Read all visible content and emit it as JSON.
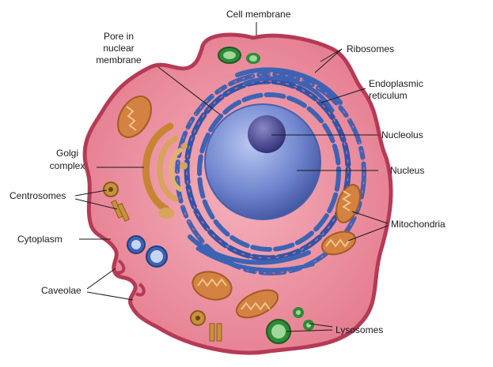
{
  "labels": {
    "cell_membrane": "Cell membrane",
    "pore_line1": "Pore in",
    "pore_line2": "nuclear",
    "pore_line3": "membrane",
    "ribosomes": "Ribosomes",
    "er_line1": "Endoplasmic",
    "er_line2": "reticulum",
    "golgi_line1": "Golgi",
    "golgi_line2": "complex",
    "nucleolus": "Nucleolus",
    "nucleus": "Nucleus",
    "centrosomes": "Centrosomes",
    "cytoplasm": "Cytoplasm",
    "mitochondria": "Mitochondria",
    "caveolae": "Caveolae",
    "lysosomes": "Lysosomes"
  },
  "colors": {
    "cytoplasm": "#e98797",
    "membrane": "#b53a55",
    "nucleus": "#6f86d0",
    "nucleolus": "#3d3e8e",
    "er": "#3d63b4",
    "golgi": "#d39a49",
    "mitochondria": "#cd7d3a",
    "lysosome": "#2f8a36"
  }
}
